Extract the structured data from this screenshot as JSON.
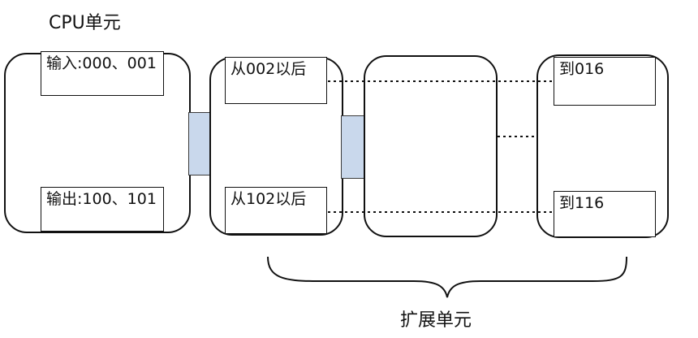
{
  "cpu_unit": {
    "title": "CPU单元",
    "input_label": "输入:000、001",
    "output_label": "输出:100、101"
  },
  "expansion_unit_1": {
    "input_label": "从002以后",
    "output_label": "从102以后"
  },
  "expansion_unit_last": {
    "input_label": "到016",
    "output_label": "到116"
  },
  "expansion_group": {
    "label": "扩展单元"
  }
}
